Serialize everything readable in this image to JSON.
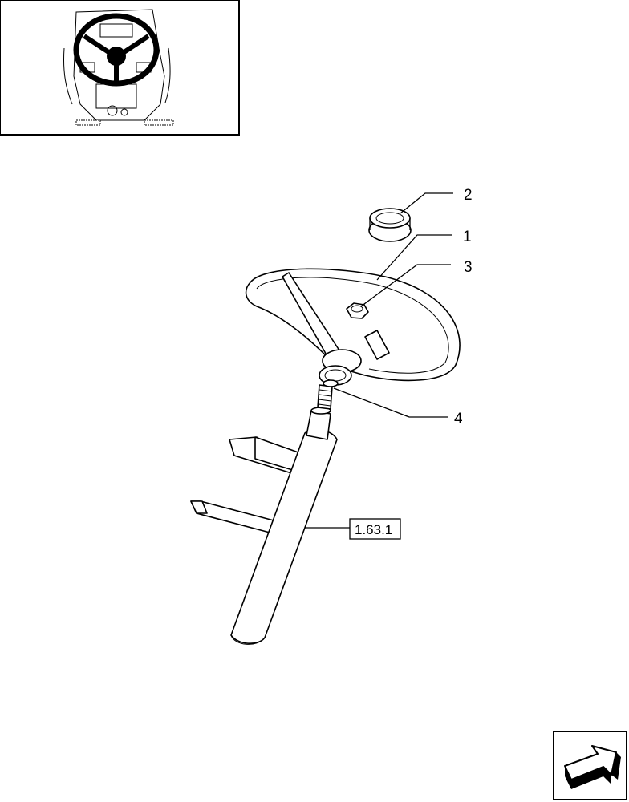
{
  "callouts": {
    "c1": "1",
    "c2": "2",
    "c3": "3",
    "c4": "4"
  },
  "reference": "1.63.1",
  "icons": {
    "nav": "next-page-arrow-icon",
    "thumb": "tractor-cab-thumbnail-icon"
  },
  "colors": {
    "line": "#000000",
    "background": "#ffffff"
  }
}
